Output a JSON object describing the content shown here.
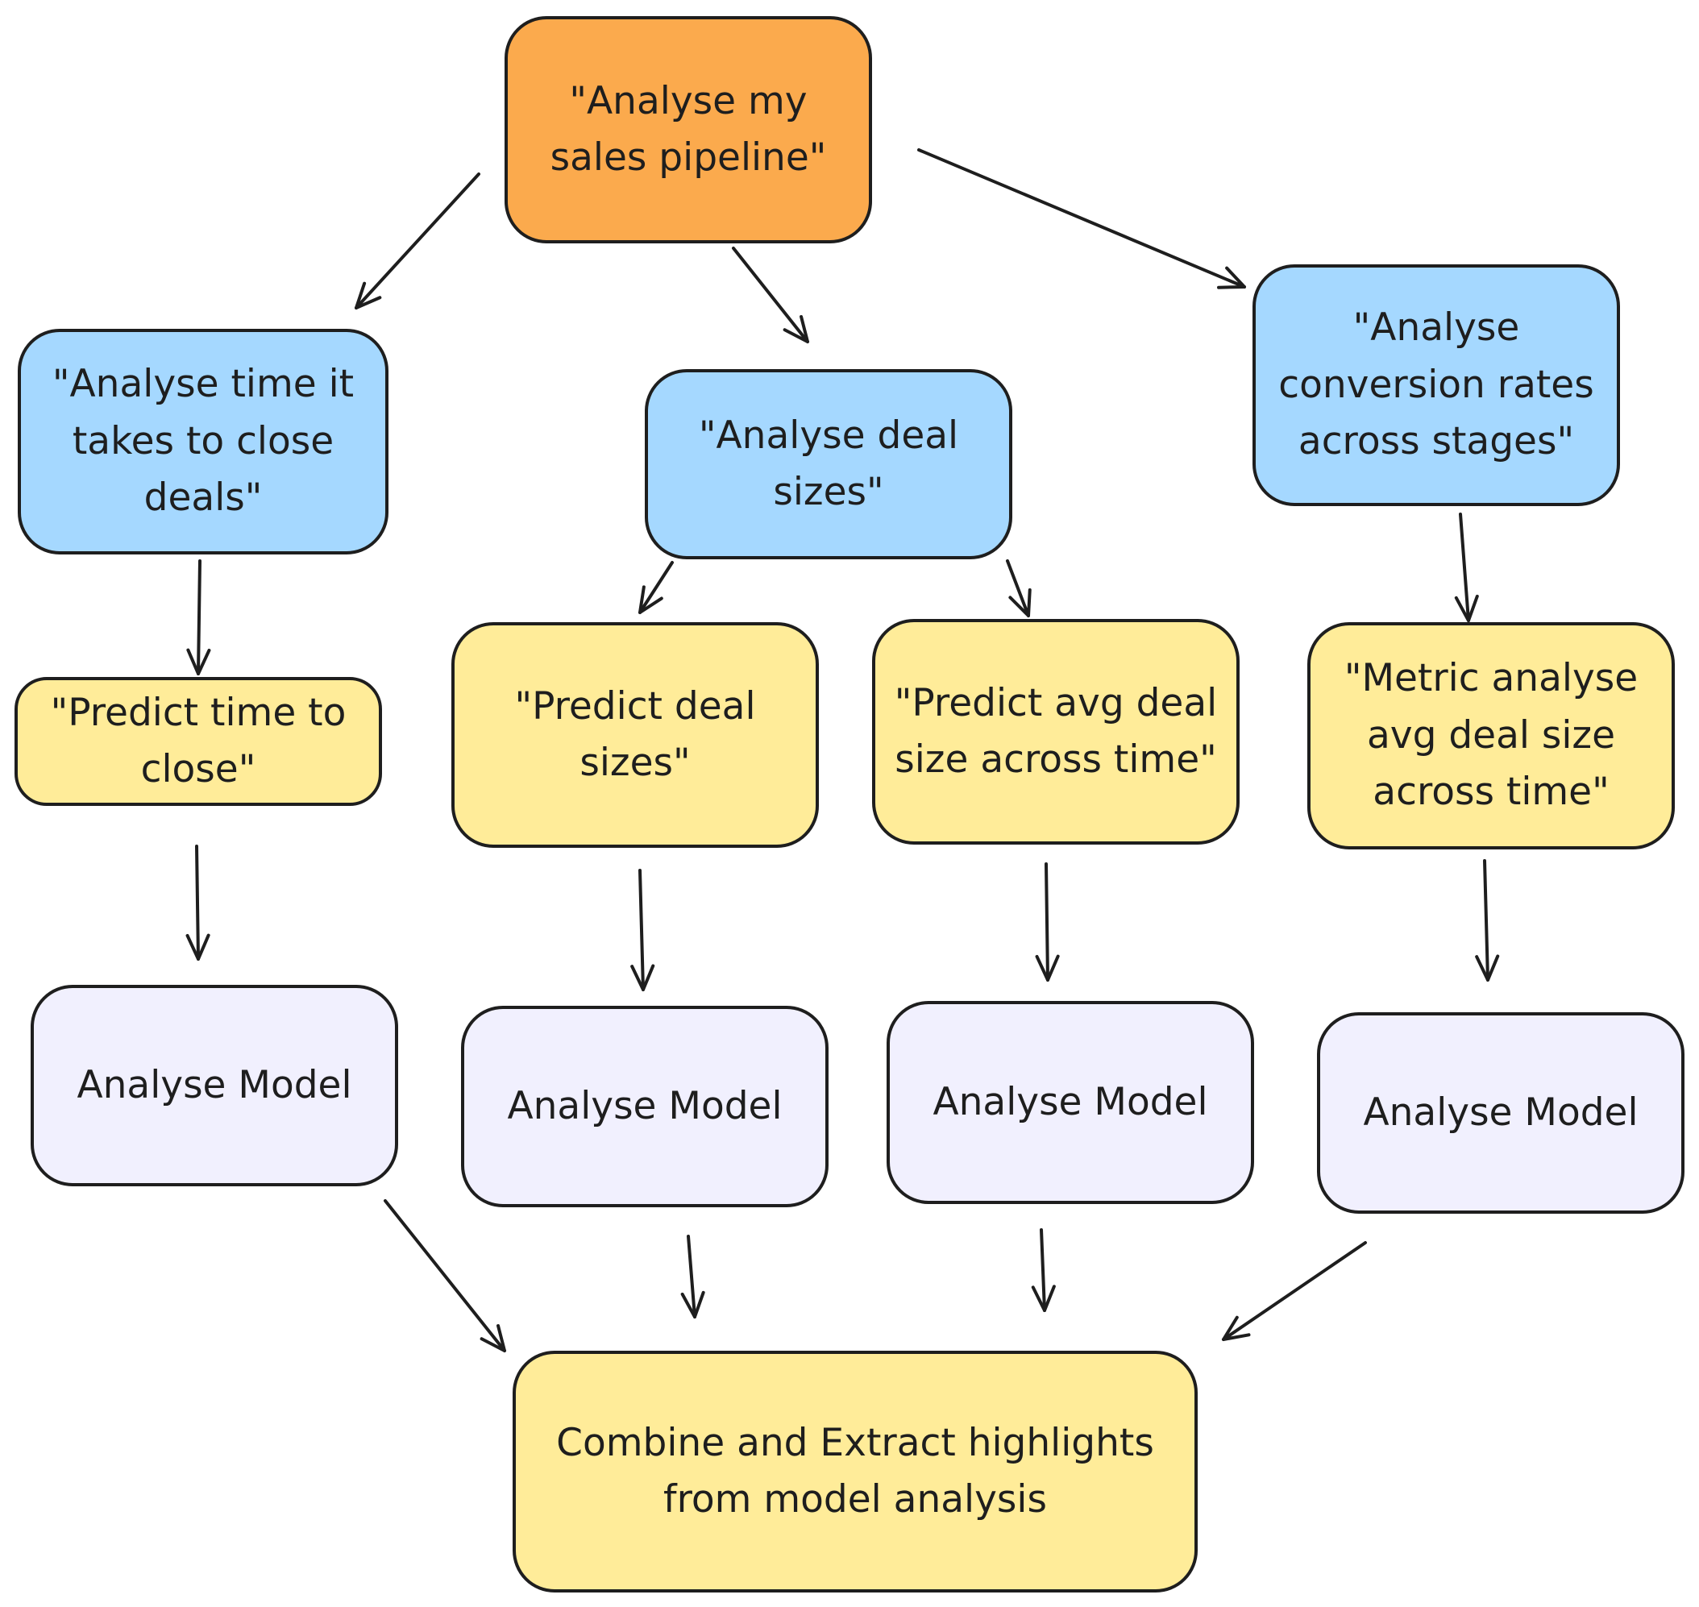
{
  "nodes": {
    "root": "\"Analyse my sales pipeline\"",
    "time_close": "\"Analyse time it takes to close deals\"",
    "deal_sizes": "\"Analyse deal sizes\"",
    "conversion": "\"Analyse conversion rates across stages\"",
    "predict_time": "\"Predict time to close\"",
    "predict_deal": "\"Predict deal sizes\"",
    "predict_avg": "\"Predict avg deal size across time\"",
    "metric_avg": "\"Metric analyse avg deal size across time\"",
    "model_1": "Analyse Model",
    "model_2": "Analyse Model",
    "model_3": "Analyse Model",
    "model_4": "Analyse Model",
    "combine": "Combine and Extract highlights from model analysis"
  },
  "colors": {
    "root_fill": "#fbaa4d",
    "analysis_fill": "#a5d8ff",
    "prediction_fill": "#ffec99",
    "model_fill": "#f1f0fe",
    "stroke": "#1e1e1e"
  },
  "edges": [
    {
      "from": "root",
      "to": "time_close"
    },
    {
      "from": "root",
      "to": "deal_sizes"
    },
    {
      "from": "root",
      "to": "conversion"
    },
    {
      "from": "time_close",
      "to": "predict_time"
    },
    {
      "from": "deal_sizes",
      "to": "predict_deal"
    },
    {
      "from": "deal_sizes",
      "to": "predict_avg"
    },
    {
      "from": "conversion",
      "to": "metric_avg"
    },
    {
      "from": "predict_time",
      "to": "model_1"
    },
    {
      "from": "predict_deal",
      "to": "model_2"
    },
    {
      "from": "predict_avg",
      "to": "model_3"
    },
    {
      "from": "metric_avg",
      "to": "model_4"
    },
    {
      "from": "model_1",
      "to": "combine"
    },
    {
      "from": "model_2",
      "to": "combine"
    },
    {
      "from": "model_3",
      "to": "combine"
    },
    {
      "from": "model_4",
      "to": "combine"
    }
  ]
}
